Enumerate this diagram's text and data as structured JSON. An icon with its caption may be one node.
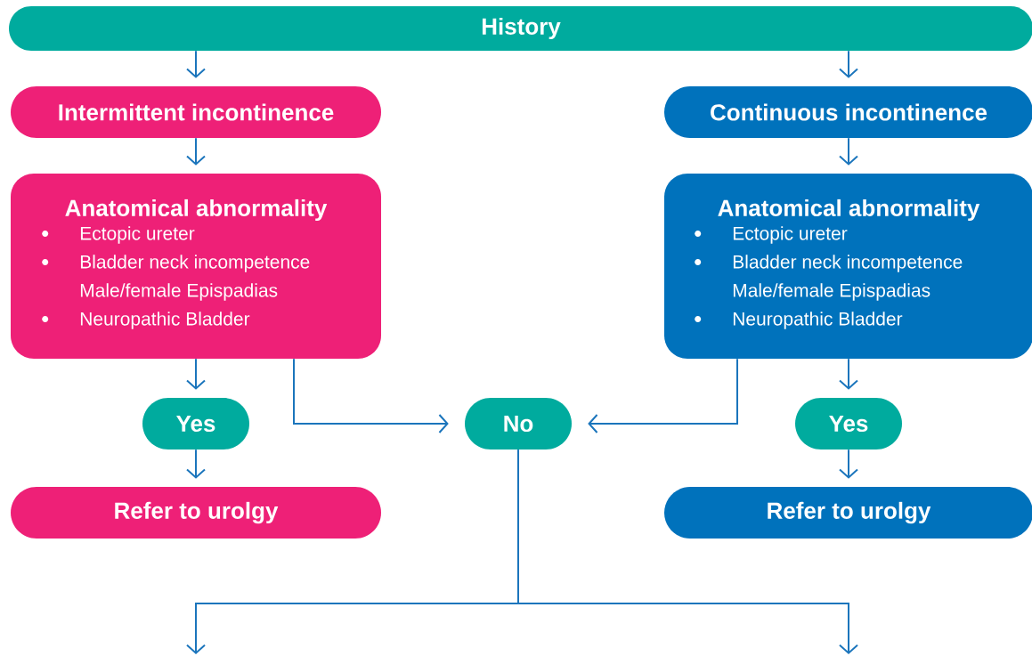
{
  "diagram": {
    "nodes": [
      {
        "text": [
          "History"
        ]
      },
      {
        "text": [
          "Intermittent incontinence"
        ]
      },
      {
        "text": [
          "Continuous incontinence"
        ]
      },
      {
        "text": [
          "Anatomical abnormality",
          "Ectopic ureter",
          "Bladder neck incompetence Male/female Epispadias",
          "Neuropathic Bladder"
        ]
      },
      {
        "text": [
          "Anatomical abnormality",
          "Ectopic ureter",
          "Bladder neck incompetence Male/female Epispadias",
          "Neuropathic Bladder"
        ]
      },
      {
        "text": [
          "Yes"
        ]
      },
      {
        "text": [
          "No"
        ]
      },
      {
        "text": [
          "Yes"
        ]
      },
      {
        "text": [
          "Refer to urolgy"
        ]
      },
      {
        "text": [
          "Refer to urolgy"
        ]
      }
    ],
    "edges": [
      {
        "from": 0,
        "to": 1,
        "arrow": "to"
      },
      {
        "from": 0,
        "to": 2,
        "arrow": "to"
      },
      {
        "from": 1,
        "to": 3,
        "arrow": "to"
      },
      {
        "from": 2,
        "to": 4,
        "arrow": "to"
      },
      {
        "from": 3,
        "to": 5,
        "arrow": "to"
      },
      {
        "from": 3,
        "to": 6,
        "arrow": "to"
      },
      {
        "from": 4,
        "to": 6,
        "arrow": "to"
      },
      {
        "from": 4,
        "to": 7,
        "arrow": "to"
      },
      {
        "from": 5,
        "to": 8,
        "arrow": "to"
      },
      {
        "from": 7,
        "to": 9,
        "arrow": "to"
      },
      {
        "from": 6,
        "to": null,
        "arrow": "to"
      },
      {
        "from": 6,
        "to": null,
        "arrow": "to"
      }
    ]
  }
}
